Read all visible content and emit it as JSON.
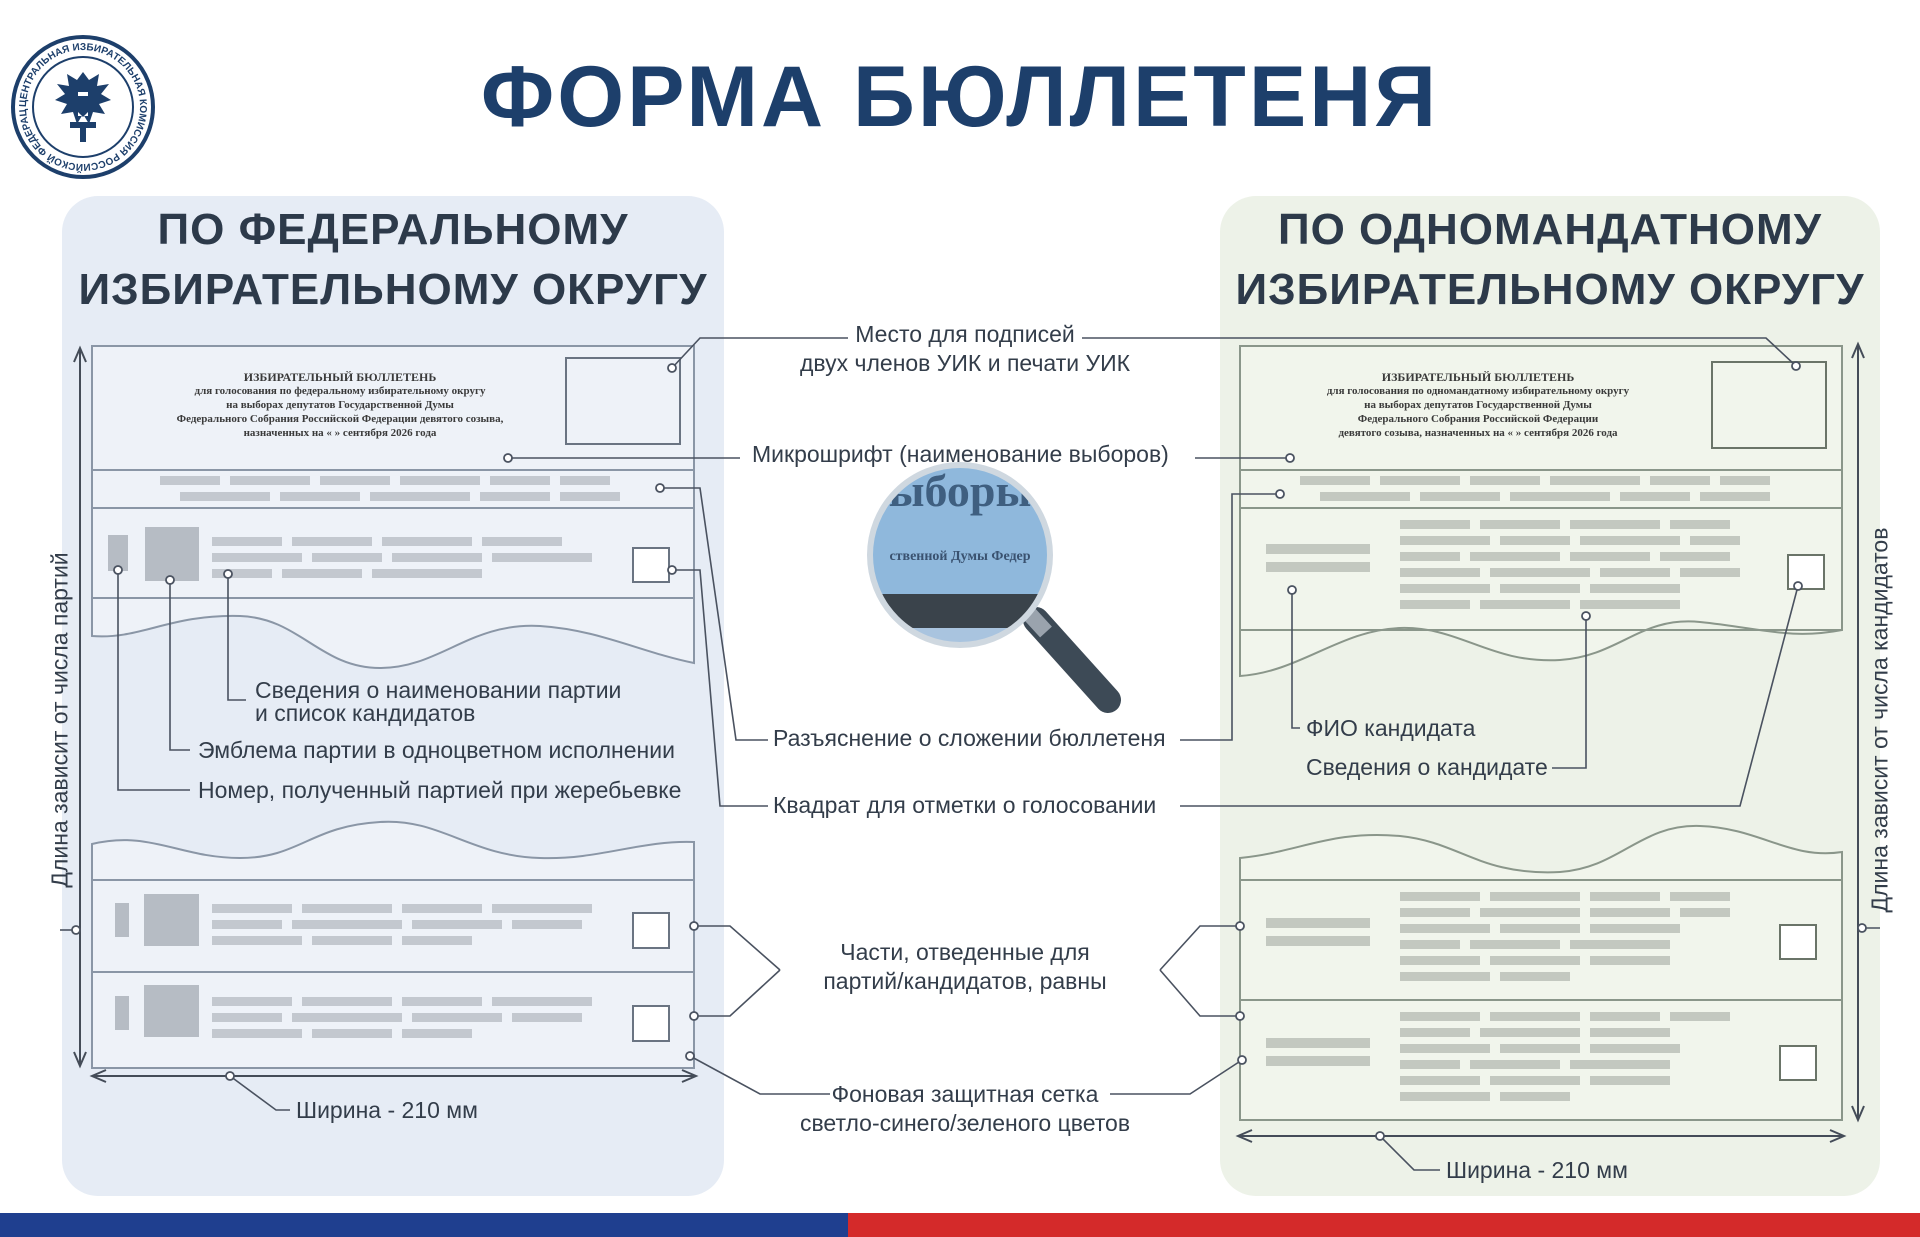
{
  "header": {
    "title": "ФОРМА БЮЛЛЕТЕНЯ",
    "logo_text": "ЦЕНТРАЛЬНАЯ ИЗБИРАТЕЛЬНАЯ КОМИССИЯ РОССИЙСКОЙ ФЕДЕРАЦИИ"
  },
  "left_panel": {
    "title_line1": "ПО ФЕДЕРАЛЬНОМУ",
    "title_line2": "ИЗБИРАТЕЛЬНОМУ ОКРУГУ",
    "ballot_heading": "ИЗБИРАТЕЛЬНЫЙ БЮЛЛЕТЕНЬ",
    "ballot_sub1": "для голосования по федеральному избирательному округу",
    "ballot_sub2": "на выборах депутатов Государственной Думы",
    "ballot_sub3": "Федерального Собрания Российской Федерации девятого созыва,",
    "ballot_sub4": "назначенных на « » сентября 2026 года"
  },
  "right_panel": {
    "title_line1": "ПО ОДНОМАНДАТНОМУ",
    "title_line2": "ИЗБИРАТЕЛЬНОМУ ОКРУГУ",
    "ballot_heading": "ИЗБИРАТЕЛЬНЫЙ БЮЛЛЕТЕНЬ",
    "ballot_sub1": "для голосования по одномандатному избирательному округу",
    "ballot_sub2": "на выборах депутатов Государственной Думы",
    "ballot_sub3": "Федерального Собрания Российской Федерации",
    "ballot_sub4": "девятого созыва, назначенных на « » сентября 2026 года"
  },
  "labels": {
    "signatures_1": "Место для подписей",
    "signatures_2": "двух членов УИК и печати УИК",
    "microfont": "Микрошрифт (наименование выборов)",
    "party_info_1": "Сведения о наименовании партии",
    "party_info_2": "и список кандидатов",
    "emblem": "Эмблема партии в одноцветном исполнении",
    "number": "Номер, полученный партией при жеребьевке",
    "folding": "Разъяснение о сложении бюллетеня",
    "checkbox": "Квадрат для отметки о голосовании",
    "candidate_name": "ФИО кандидата",
    "candidate_info": "Сведения о кандидате",
    "parts_1": "Части, отведенные для",
    "parts_2": "партий/кандидатов, равны",
    "background_1": "Фоновая защитная сетка",
    "background_2": "светло-синего/зеленого цветов",
    "width_left": "Ширина - 210 мм",
    "width_right": "Ширина - 210 мм",
    "length_left": "Длина зависит от числа партий",
    "length_right": "Длина зависит от числа кандидатов"
  },
  "magnifier": {
    "big_text": "ыборы",
    "small_text": "ственной Думы Федер"
  },
  "colors": {
    "title": "#1d3f6b",
    "left_panel_bg": "#e6ecf5",
    "right_panel_bg": "#edf2e8",
    "stripe_blue": "#1f3f8f",
    "stripe_red": "#d42a2a"
  }
}
